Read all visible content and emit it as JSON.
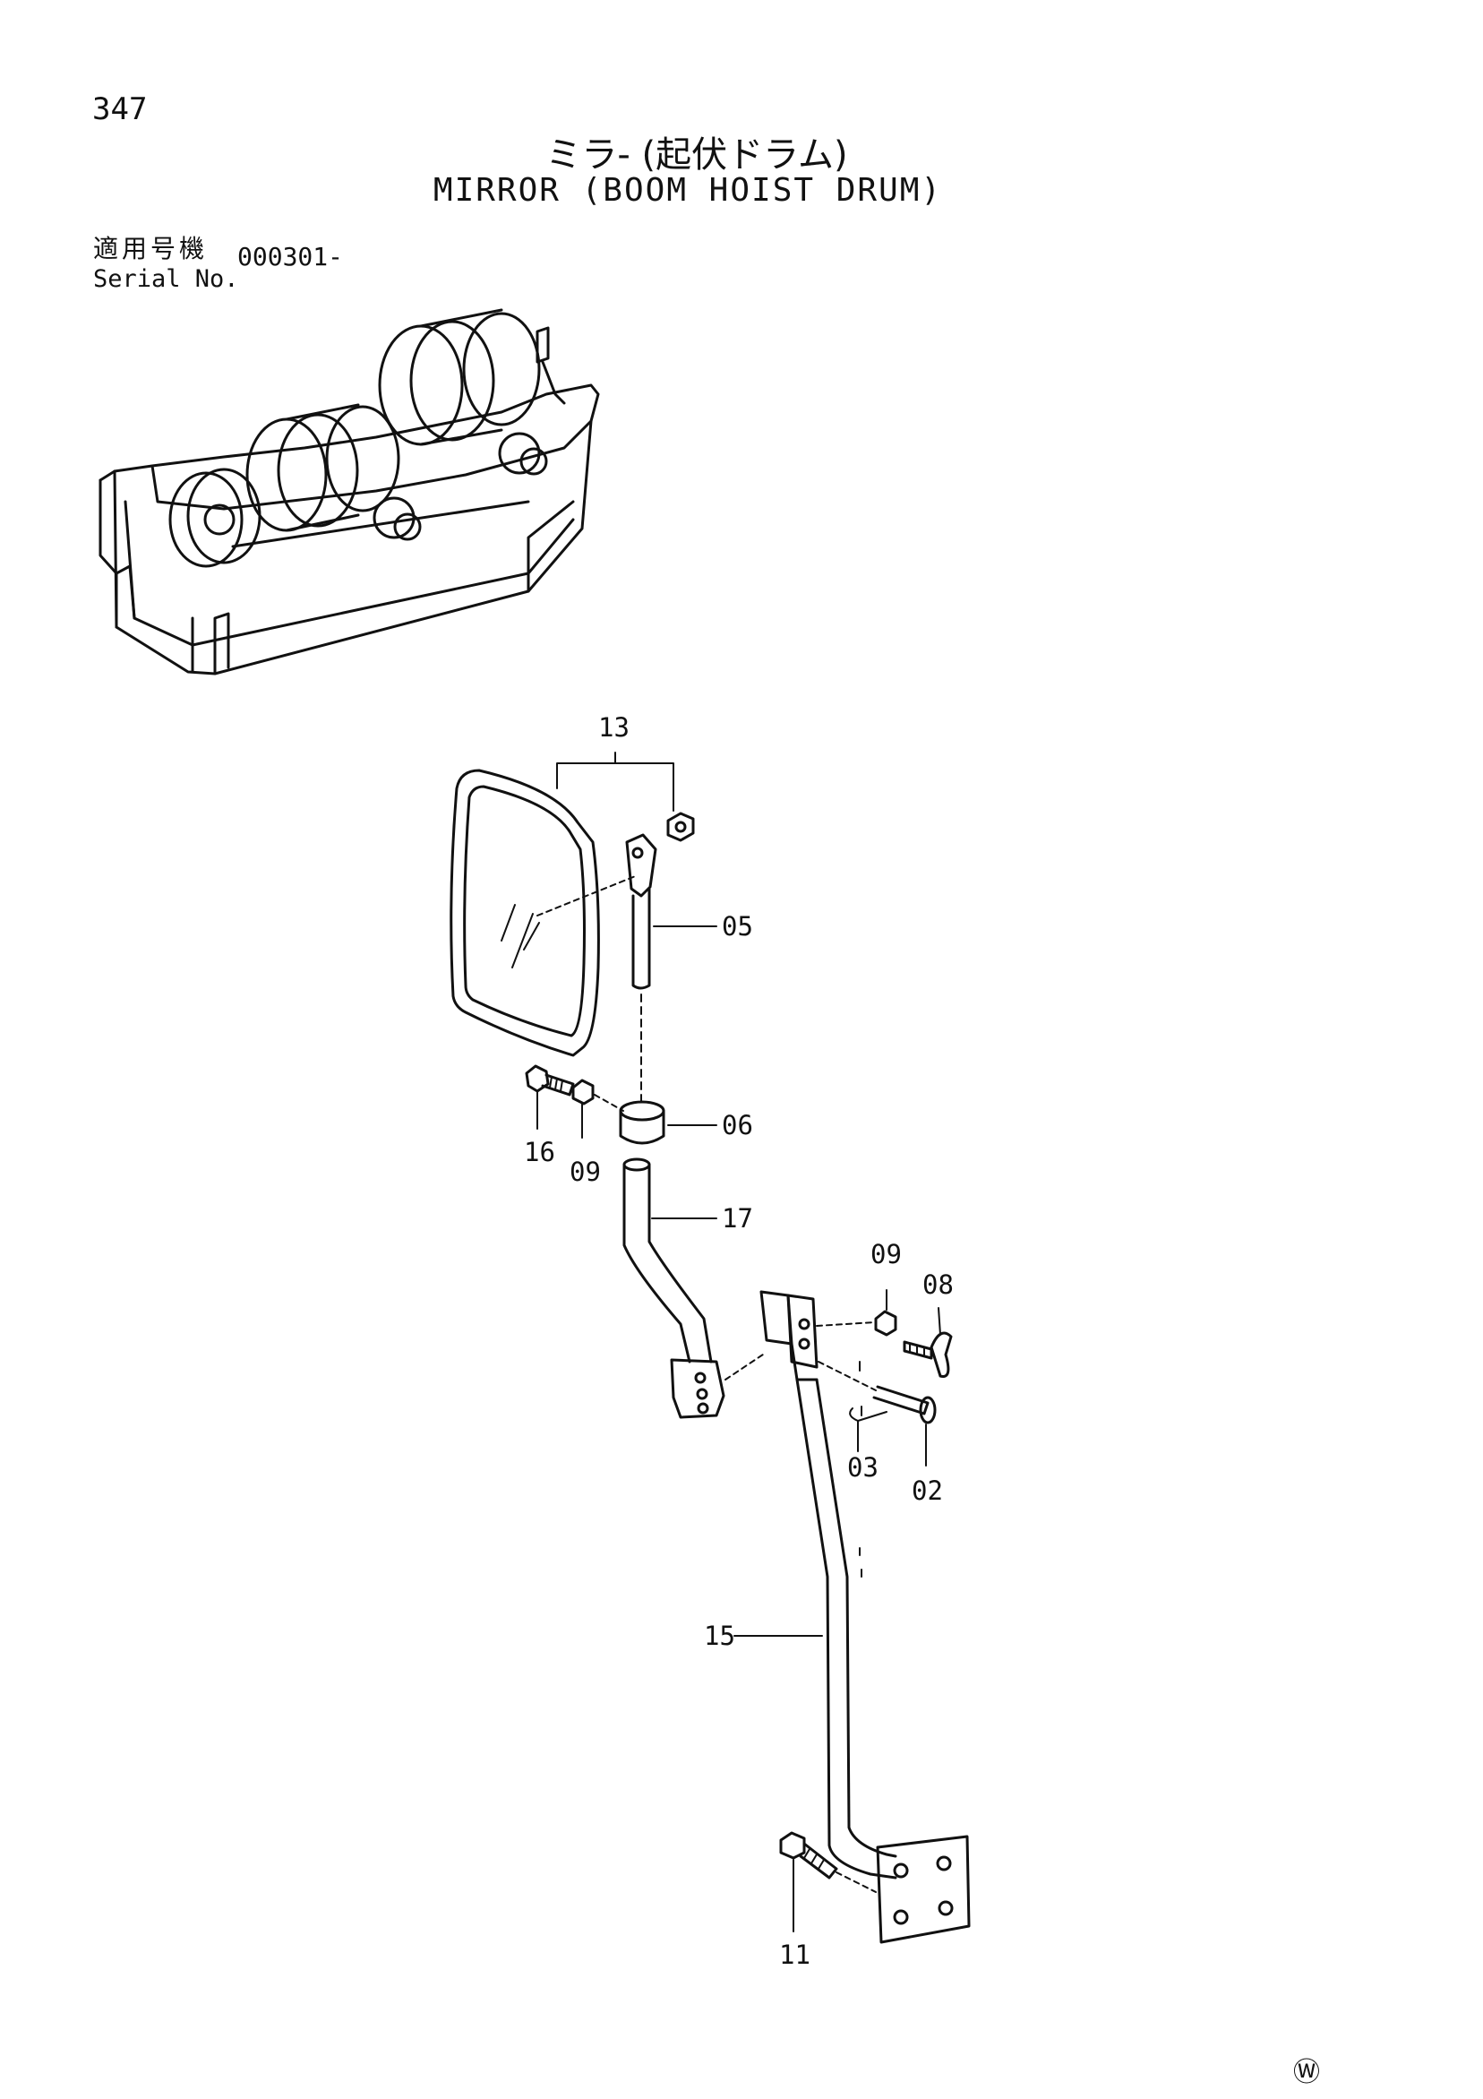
{
  "page_number": "347",
  "title_jp": "ミラ- (起伏ドラム)",
  "title_en": "MIRROR (BOOM HOIST DRUM)",
  "serial": {
    "label_jp": "適用号機",
    "label_en": "Serial No.",
    "value": "000301-"
  },
  "callouts": {
    "c13": "13",
    "c05": "05",
    "c16": "16",
    "c09a": "09",
    "c06": "06",
    "c17": "17",
    "c09b": "09",
    "c08": "08",
    "c03": "03",
    "c02": "02",
    "c15": "15",
    "c11": "11"
  },
  "watermark": "Ⓦ"
}
